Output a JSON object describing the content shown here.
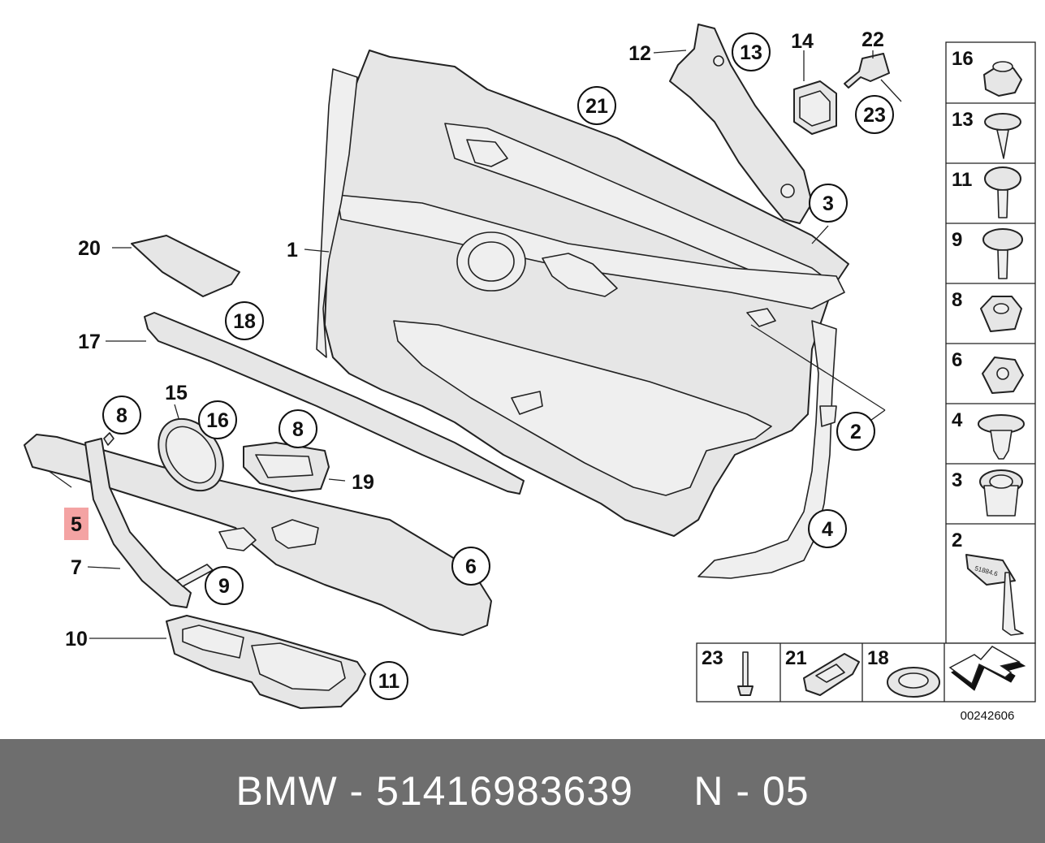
{
  "diagram": {
    "callouts": {
      "c1": "1",
      "c2": "2",
      "c3": "3",
      "c4": "4",
      "c5": "5",
      "c6": "6",
      "c7": "7",
      "c8a": "8",
      "c8b": "8",
      "c9": "9",
      "c10": "10",
      "c11": "11",
      "c12": "12",
      "c13": "13",
      "c14": "14",
      "c15": "15",
      "c16": "16",
      "c17": "17",
      "c18": "18",
      "c19": "19",
      "c20": "20",
      "c21": "21",
      "c22": "22",
      "c23": "23"
    },
    "fastener_panel": {
      "items": [
        "16",
        "13",
        "11",
        "9",
        "8",
        "6",
        "4",
        "3",
        "2"
      ]
    },
    "bottom_panel": {
      "items": [
        "23",
        "21",
        "18"
      ]
    },
    "diagram_number": "00242606",
    "clip_marking": "51884.6",
    "highlighted_part": "5",
    "highlight_color": "#f4a3a3"
  },
  "footer": {
    "text": "BMW - 51416983639     N - 05",
    "background": "#6e6e6e"
  }
}
